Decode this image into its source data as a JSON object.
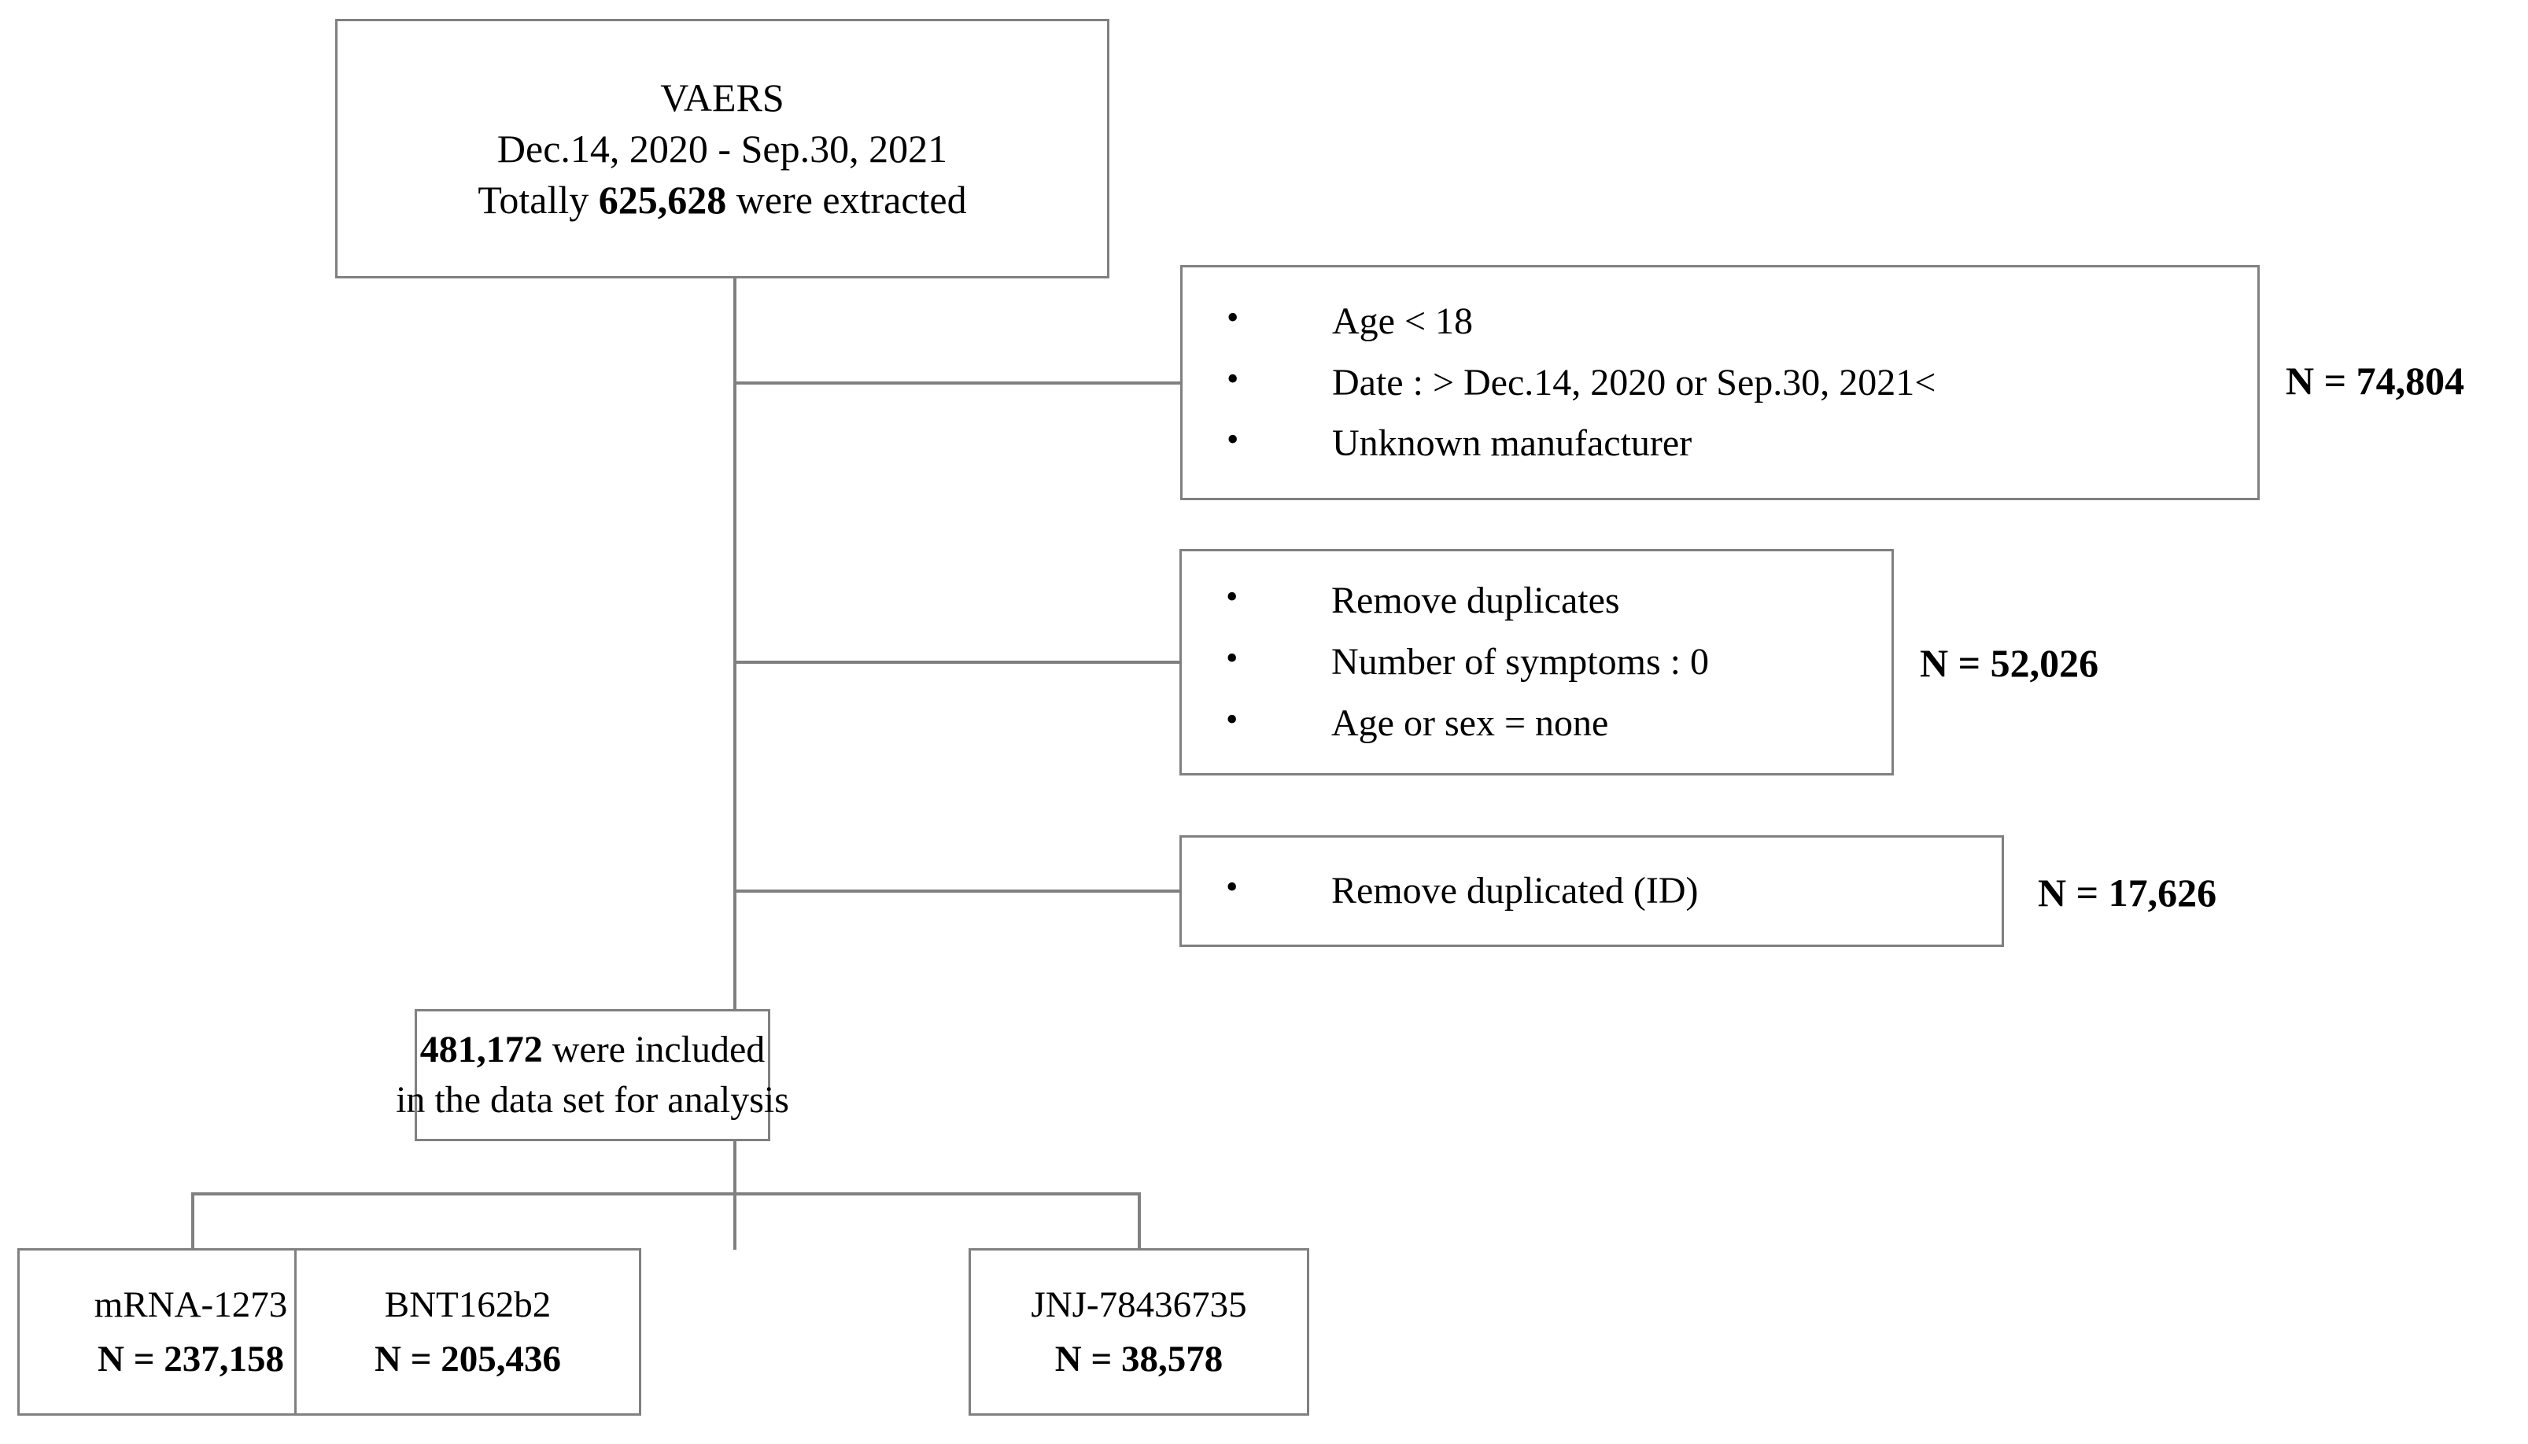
{
  "root": {
    "line1": "VAERS",
    "line2": "Dec.14, 2020 - Sep.30, 2021",
    "line3_prefix": "Totally ",
    "line3_number": "625,628",
    "line3_suffix": " were extracted"
  },
  "exclusions": [
    {
      "bullets": [
        "Age < 18",
        "Date : > Dec.14, 2020 or Sep.30, 2021<",
        "Unknown manufacturer"
      ],
      "n_label": "N = 74,804"
    },
    {
      "bullets": [
        "Remove duplicates",
        "Number of symptoms : 0",
        "Age or sex = none"
      ],
      "n_label": "N = 52,026"
    },
    {
      "bullets": [
        "Remove duplicated (ID)"
      ],
      "n_label": "N = 17,626"
    }
  ],
  "included": {
    "number": "481,172",
    "line1_suffix": " were included",
    "line2": "in the data set for analysis"
  },
  "vaccines": [
    {
      "name": "mRNA-1273",
      "n_label": "N = 237,158"
    },
    {
      "name": "BNT162b2",
      "n_label": "N = 205,436"
    },
    {
      "name": "JNJ-78436735",
      "n_label": "N = 38,578"
    }
  ],
  "colors": {
    "border": "#808080",
    "text": "#000000",
    "background": "#ffffff"
  }
}
